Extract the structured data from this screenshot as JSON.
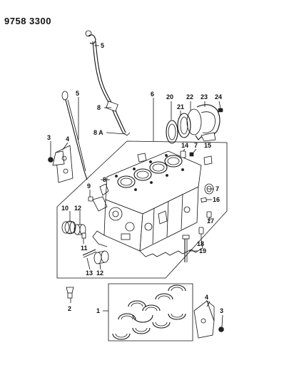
{
  "header": {
    "doc_number": "9758 3300"
  },
  "callouts": {
    "c1": "1",
    "c2": "2",
    "c3a": "3",
    "c3b": "3",
    "c4a": "4",
    "c4b": "4",
    "c5a": "5",
    "c5b": "5",
    "c6": "6",
    "c7a": "7",
    "c7b": "7",
    "c8a": "8",
    "c8b": "8",
    "c8A": "8 A",
    "c9": "9",
    "c10": "10",
    "c11": "11",
    "c12a": "12",
    "c12b": "12",
    "c13": "13",
    "c14": "14",
    "c15": "15",
    "c16": "16",
    "c17": "17",
    "c18": "18",
    "c19": "19",
    "c20": "20",
    "c21": "21",
    "c22": "22",
    "c23": "23",
    "c24": "24"
  }
}
